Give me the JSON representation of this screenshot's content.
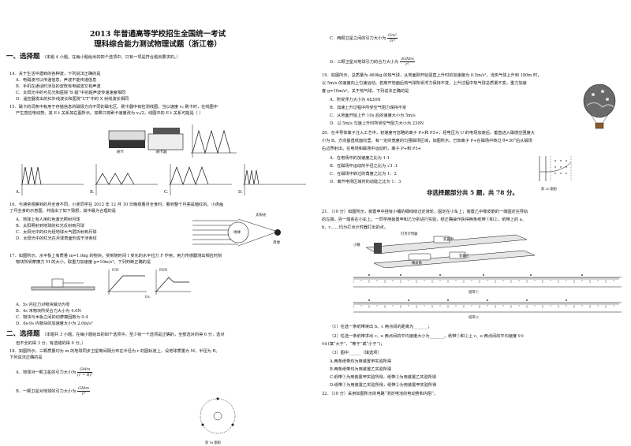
{
  "title1": "2013 年普通高等学校招生全国统一考试",
  "title2": "理科综合能力测试物理试题（浙江卷）",
  "sec1": {
    "label": "一、选择题",
    "note": "（本题 4 小题。在每小题给出的四个选项中，只有一项是符合题目要求的。）"
  },
  "q14": {
    "stem": "14．关于生活中遇到的各种波，下列说法正确的是",
    "opts": [
      "A．电磁波可以传递信息，声波不能传递信息",
      "B．手机在通话时涉及的波既有电磁波又有声波",
      "C．太阳光中的可见光和医院“B 超”中的超声波传递速度相同",
      "D．遥控器发出的红外线波长和医院“CT”中的 X 射线波长相同"
    ]
  },
  "q15": {
    "stem": [
      "15．磁卡的词条中有用于存储信息的磁极方向不同的磁化区，刷卡器中有检测线圈，当以速度 v₀ 刷卡时，在线圈中",
      "产生感应电动势。其 E-t 关系如右图所示。如果只将刷卡速度改为 v₀/2，线圈中的 E-t 关系可能是（   ）"
    ],
    "fig_labels": [
      "刷卡",
      "检测线圈",
      "刷卡器"
    ],
    "opt_letters": [
      "A.",
      "B.",
      "C.",
      "D."
    ]
  },
  "q16": {
    "stem": [
      "16．与通常观察到的月全食不同，小虎同学在 2012 年 12 月 10 日晚观看月全食时，看到整个月亮是暗红的。小虎画",
      "了月全食的示意图，并提出了如下猜想，其中最为合理的是"
    ],
    "opts": [
      "A．地球上有人用红色激光照射月球",
      "B．太阳照射到地球的红光反射到月球",
      "C．太阳光中的红光经地球大气层折射到月球",
      "D．太阳光中的红光在月球表面形成干涉条纹"
    ],
    "fig_labels": [
      "太阳光",
      "地球",
      "月球"
    ]
  },
  "q17": {
    "stem": [
      "17．如图所示，水平板上有质量 m=1.0kg 的物块，受到随时间 t 变化的水平拉力 F 作用，用力传感器测出相应时刻",
      "物块所受摩擦力 Ff 的大小。取重力加速度 g=10m/s²。下列判断正确的是"
    ],
    "opts": [
      "A．5s 内拉力对物块做功为零",
      "B．4s 末物块所受合力大小为 4.0N",
      "C．物块与木板之间的动摩擦因数为 0.4",
      "D．6s-9s 内物块的加速度大小为 2.0m/s²"
    ],
    "fig_labels": [
      "F/N",
      "Ff/N",
      "t/s",
      "力传感器"
    ]
  },
  "sec2": {
    "label": "二、选择题",
    "note": "（本题共 3 小题。在每小题给出的四个选项中，至少有一个选项是正确的，全部选对的得 6 分，选对",
    "note2": "但不全的得 3 分，有选错的得 0 分。）"
  },
  "q18": {
    "stem": [
      "18．如图所示，三颗质量均为 m 的地球同步卫星等间隔分布在半径为 r 的圆轨道上，设地球质量为 M，半径为 R。",
      "下列说法正确的是"
    ],
    "optA": "A．地球对一颗卫星的引力大小为",
    "optA_num": "GMm",
    "optA_den": "(r − R)²",
    "optB": "B．一颗卫星对地球的引力大小为",
    "optB_num": "GMm",
    "optB_den": "r²",
    "optC": "C．两颗卫星之间的引力大小为",
    "optC_num": "Gm²",
    "optC_den": "3r²",
    "optD": "D．三颗卫星对地球引力的合力大小为",
    "optD_num": "3GMm",
    "optD_den": "r²",
    "fig_caption": "第 18 题图"
  },
  "q19": {
    "stem": [
      "19．如图所示，总质量为 460kg 的热气球，从地面刚开始竖直上升时的加速度为 0.5m/s²，当热气球上升到 180m 时，",
      "以 5m/s 的速度向上匀速运动。若离开地面后热气球所受浮力保持不变，上升过程中热气球总质量不变，重力加速",
      "度 g=10m/s²。关于热气球，下列说法正确的是"
    ],
    "opts": [
      "A．所受浮力大小为 4830N",
      "B．加速上升过程中所受空气阻力保持不变",
      "C．从地面开始上升 10s 后的速度大小为 5m/s",
      "D．以 5m/s 匀速上升时所受空气阻力大小为 230N"
    ]
  },
  "q20": {
    "stem": [
      "20．在半导体离子注入工艺中，初速度可忽略的离子 P+和 P3+，经电压为 U 的电场加速后，垂直进入磁感应强度大",
      "小为 B、方向垂直纸面向里，有一定的宽度的匀强磁场区域，如图所示。已知离子 P+在磁场中转过 θ=30°后从磁场",
      "右边界射出。在电场和磁场中运动时，离子 P+和 P3+"
    ],
    "opts": [
      "A．在电场中的加速度之比为 1:1",
      "B．在磁场中运动的半径之比为 √3 :1",
      "C．在磁场中转过的角度之比为 1：2",
      "D．离开电场区域时的动能之比为 1：3"
    ],
    "fig_caption": "第 20 题图"
  },
  "sec3": "非选择题部分共 5 题，共 78 分。",
  "q21": {
    "stem": [
      "21．（10 分）如图所示，装置甲中挂有小桶的细线绕过定滑轮，固定在小车上；装置乙中橡皮筋的一端固定在导轨",
      "的左端，另一端系在小车上。一同学用装置甲和乙分别进行实验，经正确操作获得两条纸带①和②，纸带上的 a、",
      "b、c……均为打点计时器打出的点。"
    ],
    "fig_labels": [
      "打点计时器",
      "小桶",
      "装置甲",
      "装置乙",
      "橡皮筋",
      "纸带①",
      "纸带②"
    ],
    "sub1": "（1）任选一条纸带读出 b、c 两点间的距离为_______；",
    "sub2": "（2）任选一条纸带求出 c、e 两点间的平均速度大小为_______，纸带①和②上 c、e 两点间的平均速度 v̄①",
    "sub2b": "v̄②(填“大于”、“等于”或“小于”)；",
    "sub3": "（3）图中______（填选项）",
    "opts": [
      "A.两条纸带均为用装置甲实验所得",
      "B.两条纸带均为用装置乙实验所得",
      "C.纸带①为用装置甲实验所得，纸带②为用装置乙实验所得",
      "D.纸带①为用装置乙实验所得，纸带②为用装置甲实验所得"
    ]
  },
  "q22": "22．（10 分）采用如图所示的电路“测定电池的电动势和内阻”。"
}
